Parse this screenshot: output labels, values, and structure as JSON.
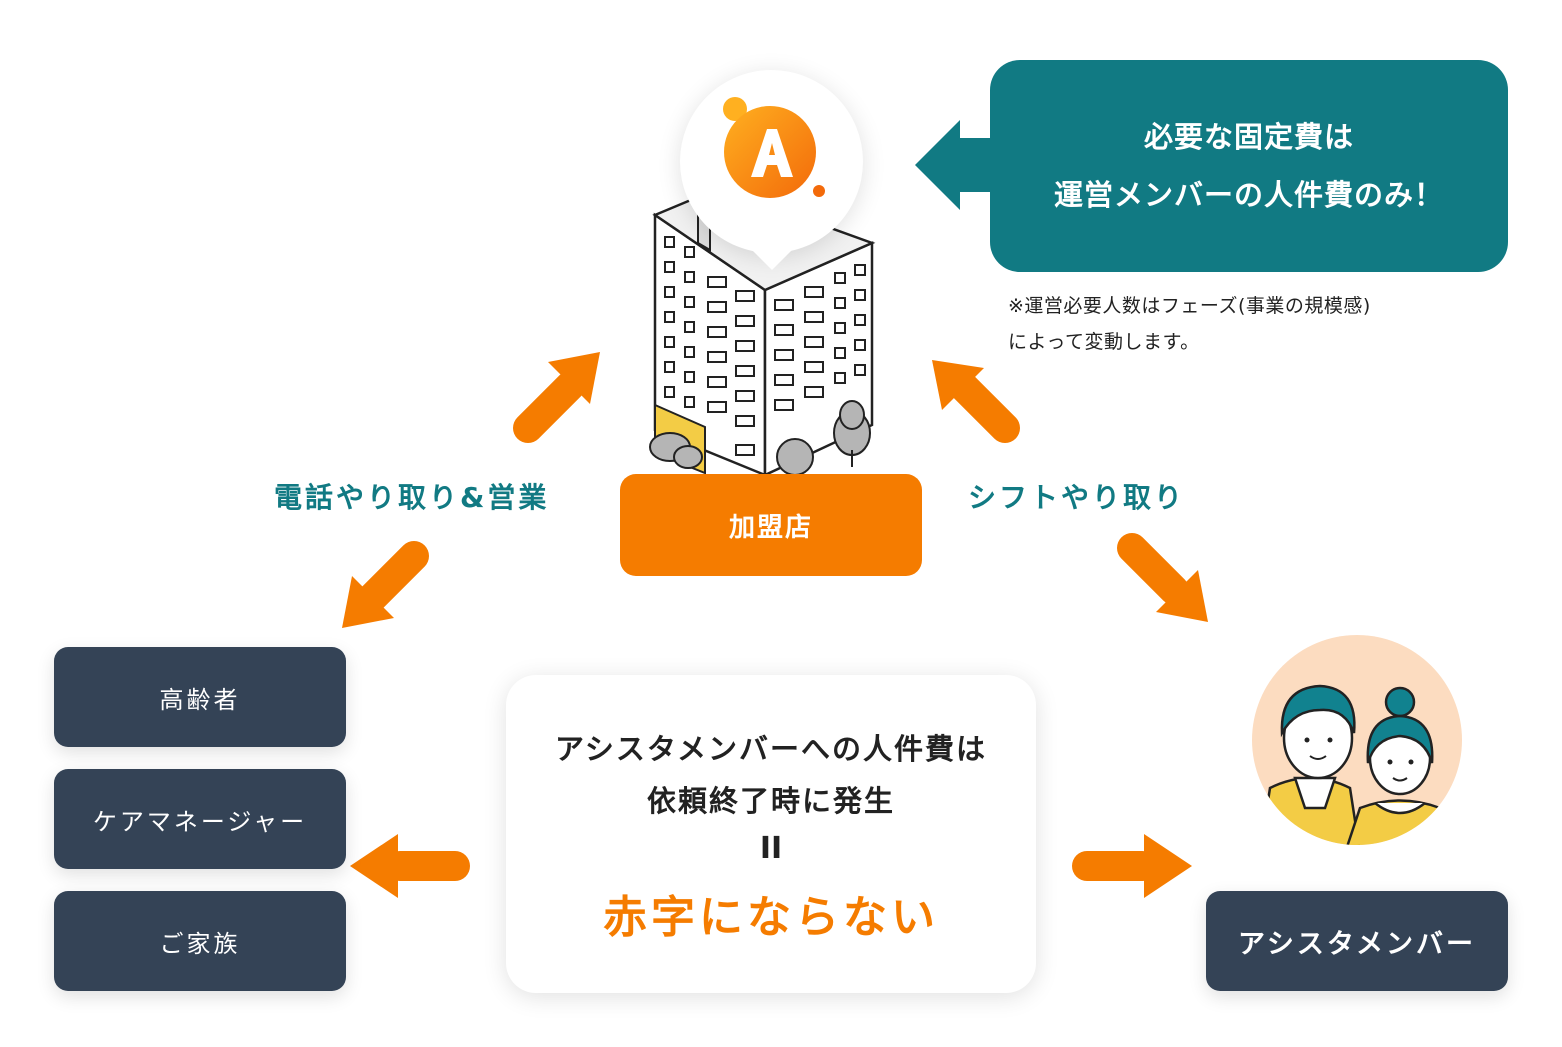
{
  "callout": {
    "line1": "必要な固定費は",
    "line2": "運営メンバーの人件費のみ！"
  },
  "note": {
    "line1": "※運営必要人数はフェーズ(事業の規模感)",
    "line2": "によって変動します。"
  },
  "store": {
    "label": "加盟店"
  },
  "left_label": "電話やり取り&営業",
  "right_label": "シフトやり取り",
  "clients": [
    "高齢者",
    "ケアマネージャー",
    "ご家族"
  ],
  "center": {
    "line1": "アシスタメンバーへの人件費は",
    "line2": "依頼終了時に発生",
    "equals": "II",
    "conclusion": "赤字にならない"
  },
  "member": {
    "label": "アシスタメンバー"
  },
  "colors": {
    "teal": "#117a83",
    "orange": "#f57c00",
    "navy": "#344356"
  },
  "icons": [
    "logo-icon",
    "building-icon",
    "people-icon",
    "arrow-icon"
  ]
}
